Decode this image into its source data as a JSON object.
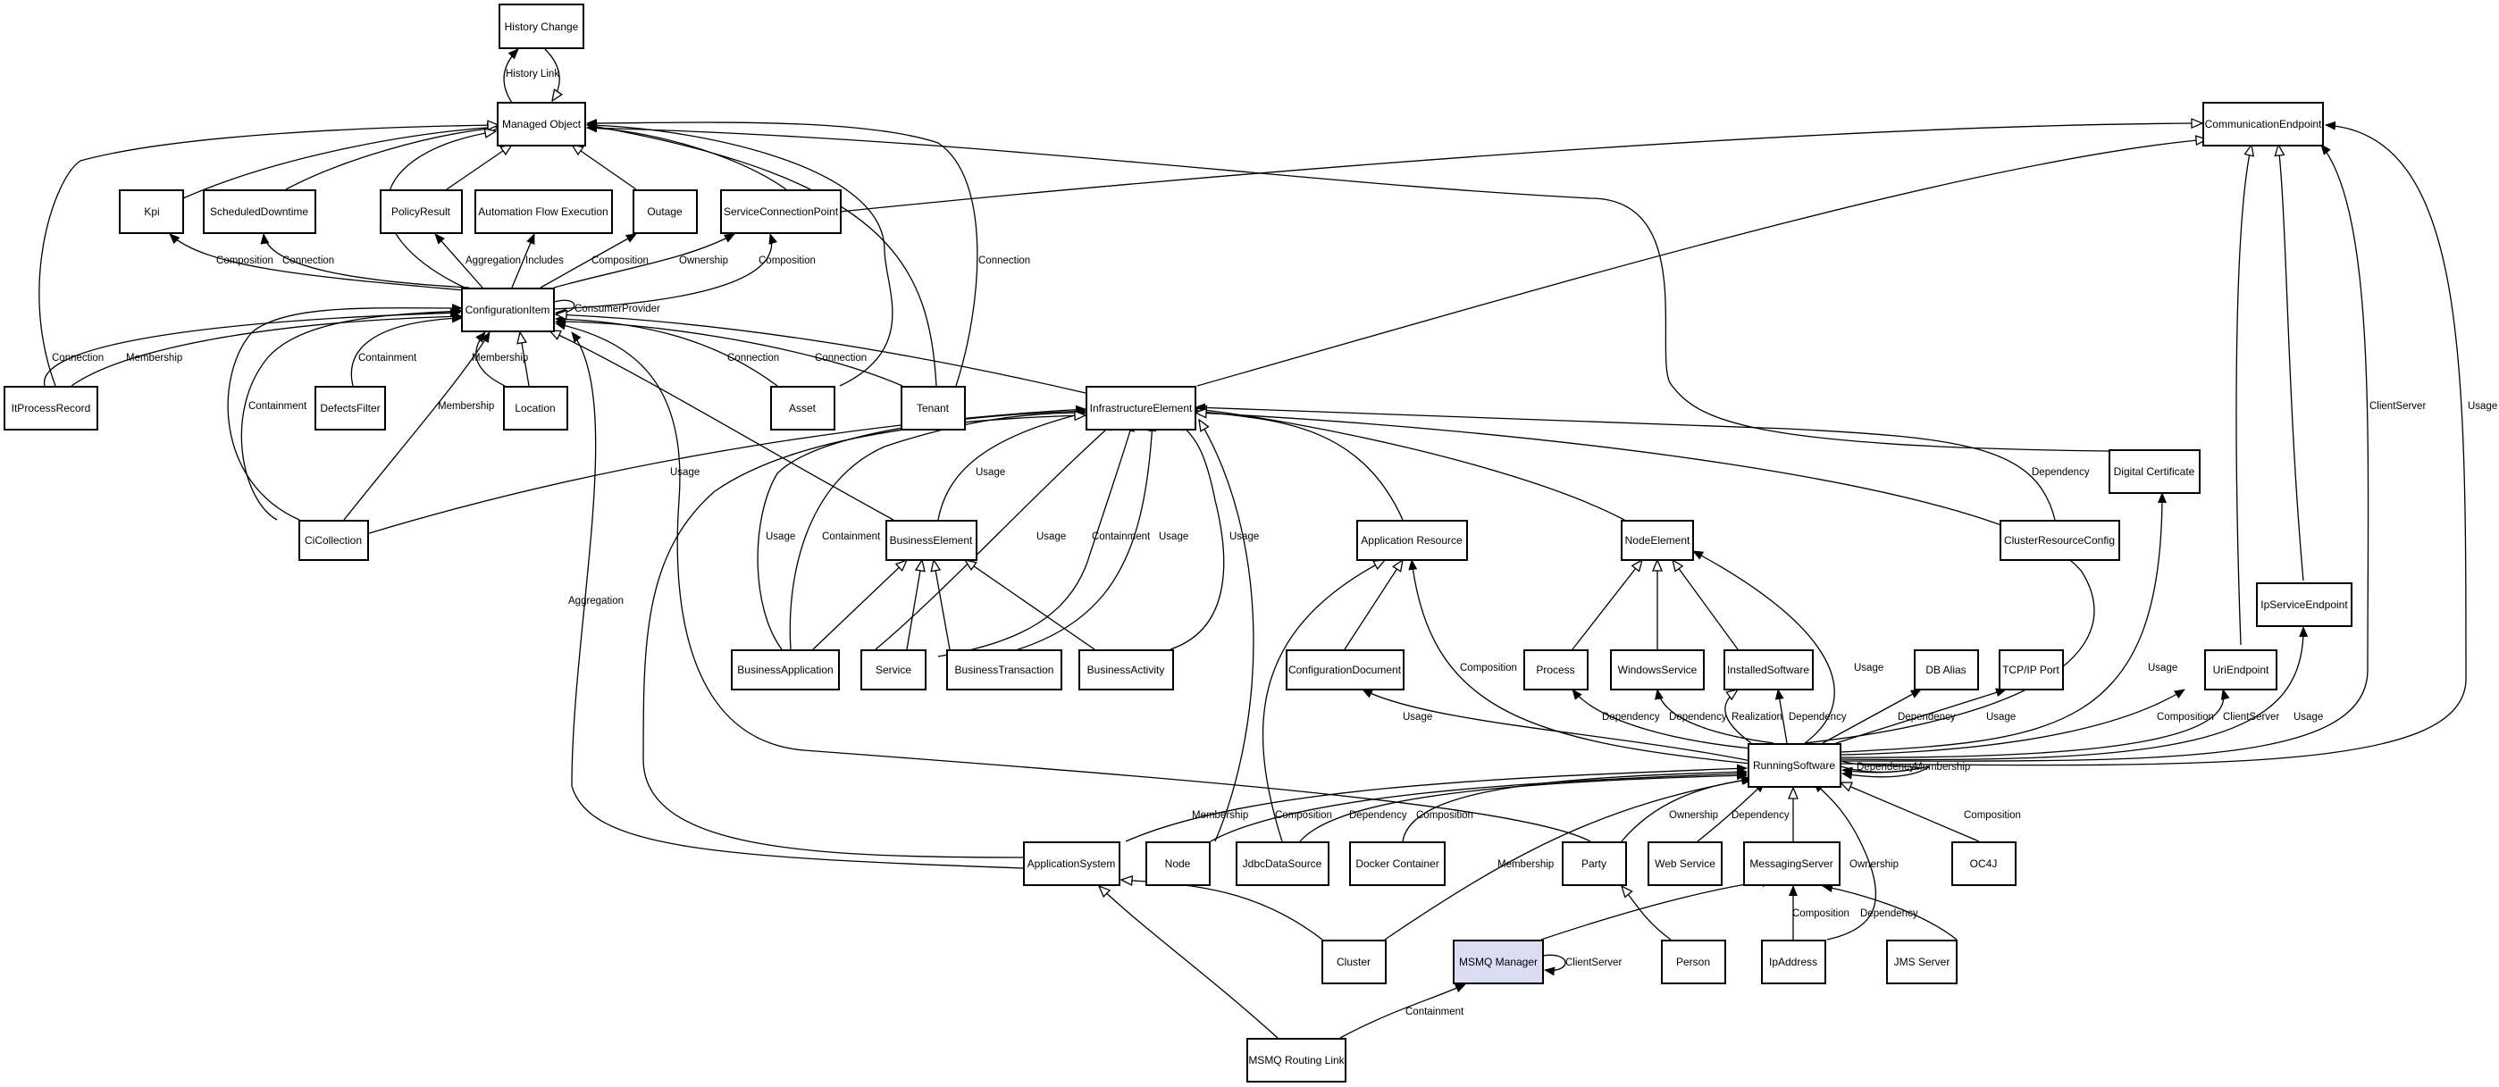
{
  "diagram": {
    "highlight_color": "#dcdcf5",
    "nodes": {
      "history_change": "History Change",
      "managed_object": "Managed Object",
      "communication_endpoint": "CommunicationEndpoint",
      "kpi": "Kpi",
      "scheduled_downtime": "ScheduledDowntime",
      "policy_result": "PolicyResult",
      "automation_flow_execution": "Automation Flow Execution",
      "outage": "Outage",
      "service_connection_point": "ServiceConnectionPoint",
      "configuration_item": "ConfigurationItem",
      "it_process_record": "ItProcessRecord",
      "defects_filter": "DefectsFilter",
      "location": "Location",
      "asset": "Asset",
      "tenant": "Tenant",
      "infrastructure_element": "InfrastructureElement",
      "digital_certificate": "Digital Certificate",
      "ci_collection": "CiCollection",
      "business_element": "BusinessElement",
      "application_resource": "Application Resource",
      "node_element": "NodeElement",
      "cluster_resource_config": "ClusterResourceConfig",
      "ip_service_endpoint": "IpServiceEndpoint",
      "business_application": "BusinessApplication",
      "service": "Service",
      "business_transaction": "BusinessTransaction",
      "business_activity": "BusinessActivity",
      "configuration_document": "ConfigurationDocument",
      "process": "Process",
      "windows_service": "WindowsService",
      "installed_software": "InstalledSoftware",
      "db_alias": "DB Alias",
      "tcpip_port": "TCP/IP Port",
      "uri_endpoint": "UriEndpoint",
      "running_software": "RunningSoftware",
      "application_system": "ApplicationSystem",
      "node": "Node",
      "jdbc_data_source": "JdbcDataSource",
      "docker_container": "Docker Container",
      "party": "Party",
      "web_service": "Web Service",
      "messaging_server": "MessagingServer",
      "oc4j": "OC4J",
      "cluster": "Cluster",
      "msmq_manager": "MSMQ Manager",
      "person": "Person",
      "ip_address": "IpAddress",
      "jms_server": "JMS Server",
      "msmq_routing_link": "MSMQ Routing Link"
    },
    "edge_labels": {
      "history_link": "History Link",
      "composition": "Composition",
      "connection": "Connection",
      "aggregation": "Aggregation",
      "includes": "Includes",
      "ownership": "Ownership",
      "consumer_provider": "ConsumerProvider",
      "membership": "Membership",
      "containment": "Containment",
      "usage": "Usage",
      "dependency": "Dependency",
      "realization": "Realization",
      "client_server": "ClientServer"
    }
  }
}
